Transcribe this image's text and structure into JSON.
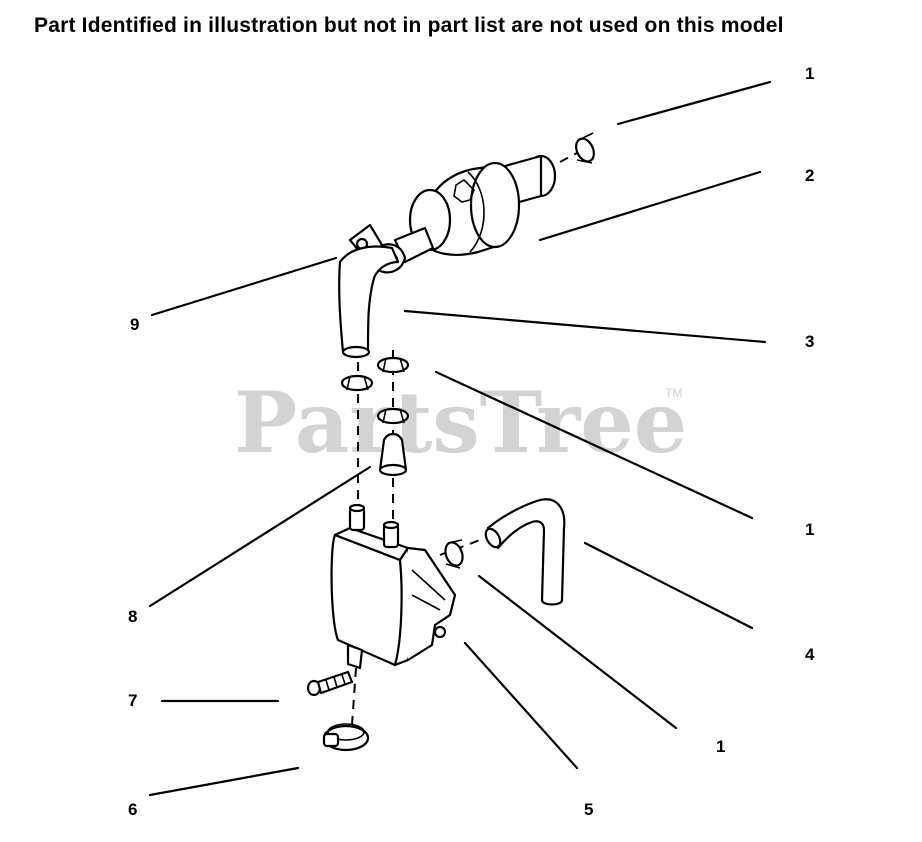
{
  "header": {
    "note": "Part Identified in illustration but not in part list are not used on this model"
  },
  "watermark": {
    "brand": "PartsTree",
    "trademark": "TM"
  },
  "callouts": [
    {
      "id": "c1a",
      "label": "1"
    },
    {
      "id": "c2",
      "label": "2"
    },
    {
      "id": "c9",
      "label": "9"
    },
    {
      "id": "c3",
      "label": "3"
    },
    {
      "id": "c1b",
      "label": "1"
    },
    {
      "id": "c8",
      "label": "8"
    },
    {
      "id": "c4",
      "label": "4"
    },
    {
      "id": "c7",
      "label": "7"
    },
    {
      "id": "c1c",
      "label": "1"
    },
    {
      "id": "c6",
      "label": "6"
    },
    {
      "id": "c5",
      "label": "5"
    }
  ]
}
